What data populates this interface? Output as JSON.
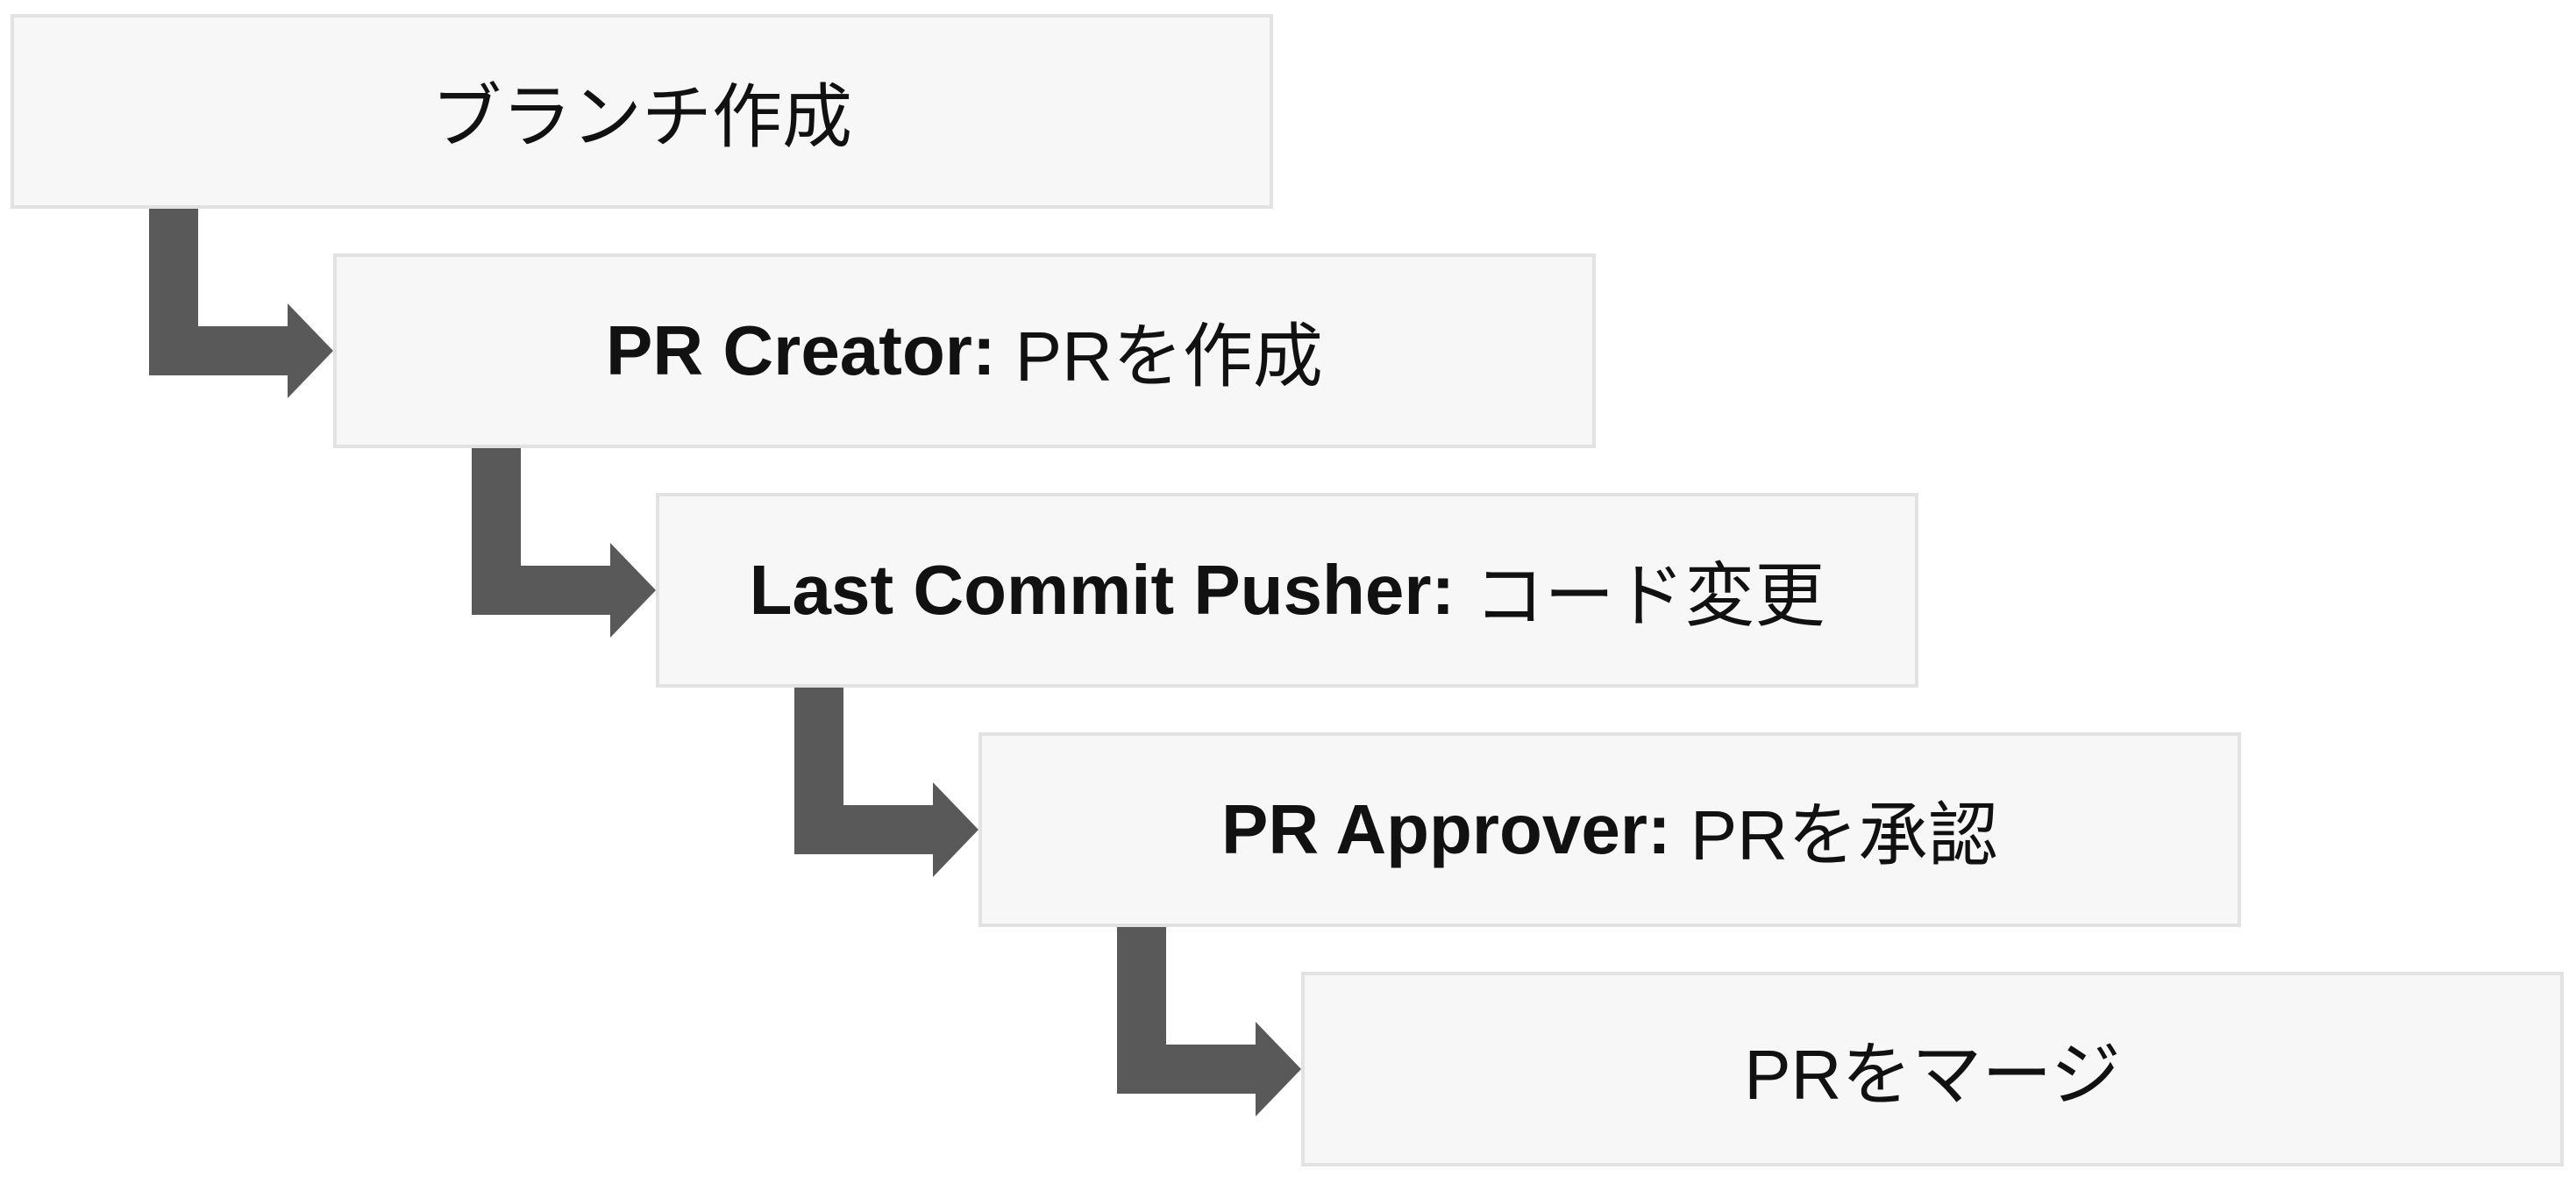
{
  "flow": {
    "steps": [
      {
        "role": "",
        "action": "ブランチ作成"
      },
      {
        "role": "PR Creator:",
        "action": " PRを作成"
      },
      {
        "role": "Last Commit Pusher:",
        "action": " コード変更"
      },
      {
        "role": "PR Approver:",
        "action": " PRを承認"
      },
      {
        "role": "",
        "action": "PRをマージ"
      }
    ],
    "colors": {
      "box_fill": "#f7f7f7",
      "box_border": "#e2e2e2",
      "arrow": "#595959",
      "text": "#111111"
    }
  }
}
